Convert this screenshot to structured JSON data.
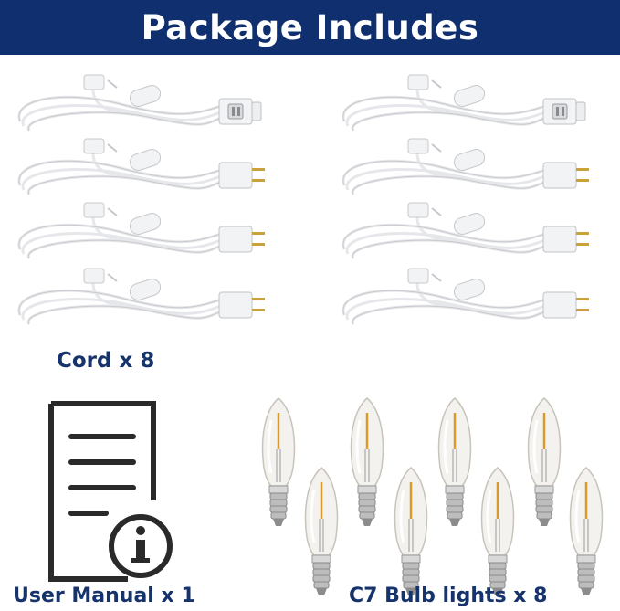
{
  "header": {
    "title": "Package Includes"
  },
  "cords": {
    "label": "Cord x 8",
    "color": "#e9eaec",
    "items": [
      {
        "plug": "outlet"
      },
      {
        "plug": "prong"
      },
      {
        "plug": "prong"
      },
      {
        "plug": "prong"
      },
      {
        "plug": "outlet"
      },
      {
        "plug": "prong"
      },
      {
        "plug": "prong"
      },
      {
        "plug": "prong"
      }
    ]
  },
  "manual": {
    "label": "User Manual x 1",
    "icon": "document-info-icon",
    "color": "#2a2a2a"
  },
  "bulbs": {
    "label": "C7 Bulb lights x 8",
    "count": 8,
    "base_color": "#b8b8b8"
  },
  "colors": {
    "banner": "#0f2f6e",
    "label_text": "#16336b"
  }
}
